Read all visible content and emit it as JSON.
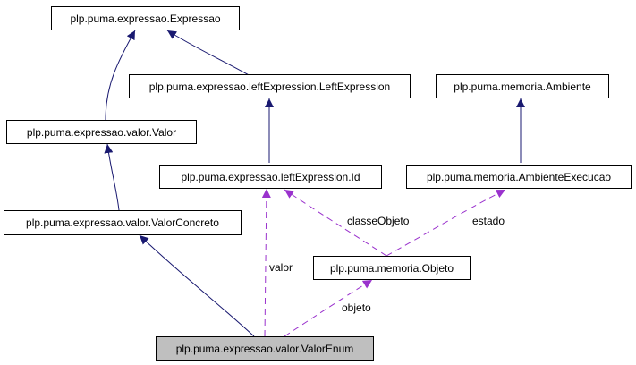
{
  "colors": {
    "inheritance_edge": "#191970",
    "usage_edge": "#9a32cd",
    "node_border": "#000000",
    "node_fill": "#ffffff",
    "focus_fill": "#bfbfbf"
  },
  "nodes": {
    "expressao": "plp.puma.expressao.Expressao",
    "left_expression": "plp.puma.expressao.leftExpression.LeftExpression",
    "ambiente": "plp.puma.memoria.Ambiente",
    "valor": "plp.puma.expressao.valor.Valor",
    "id": "plp.puma.expressao.leftExpression.Id",
    "ambiente_execucao": "plp.puma.memoria.AmbienteExecucao",
    "valor_concreto": "plp.puma.expressao.valor.ValorConcreto",
    "objeto": "plp.puma.memoria.Objeto",
    "valor_enum": "plp.puma.expressao.valor.ValorEnum"
  },
  "edge_labels": {
    "classe_objeto": "classeObjeto",
    "estado": "estado",
    "valor": "valor",
    "objeto": "objeto"
  }
}
